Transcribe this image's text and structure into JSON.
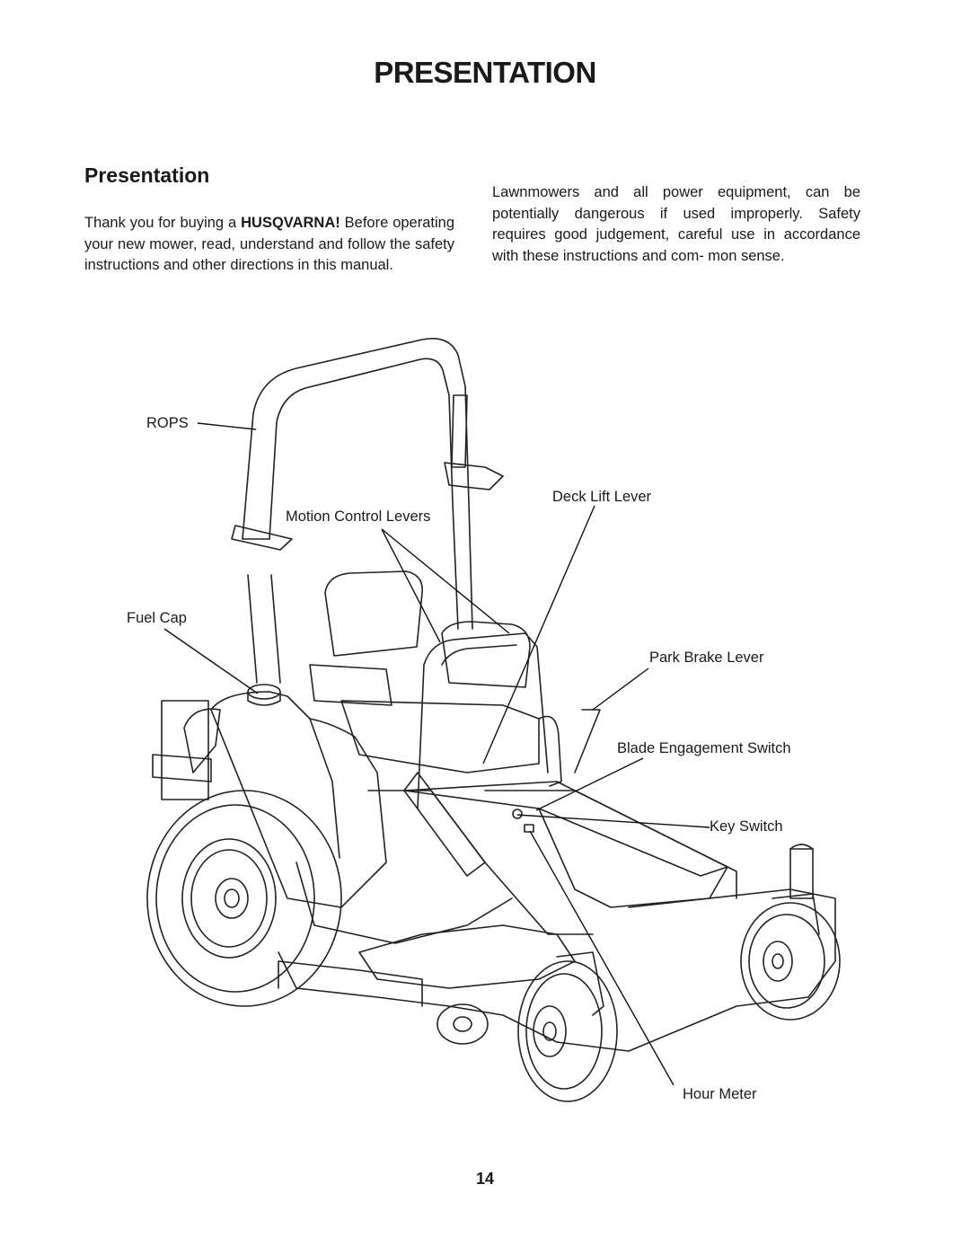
{
  "page": {
    "title": "PRESENTATION",
    "page_number": "14"
  },
  "section": {
    "heading": "Presentation",
    "intro_before": "Thank you for buying a ",
    "intro_brand": "HUSQVARNA!",
    "intro_after": " Before operating your new mower, read, understand and follow the safety instructions and other directions in this manual.",
    "safety_text": "Lawnmowers and all power equipment, can be potentially dangerous if used improperly. Safety requires good judgement, careful use in accordance with these instructions and com- mon sense."
  },
  "diagram": {
    "callouts": {
      "rops": "ROPS",
      "motion_control_levers": "Motion Control Levers",
      "fuel_cap": "Fuel Cap",
      "deck_lift_lever": "Deck Lift Lever",
      "park_brake_lever": "Park Brake Lever",
      "blade_engagement_switch": "Blade Engagement Switch",
      "key_switch": "Key Switch",
      "hour_meter": "Hour Meter"
    }
  }
}
